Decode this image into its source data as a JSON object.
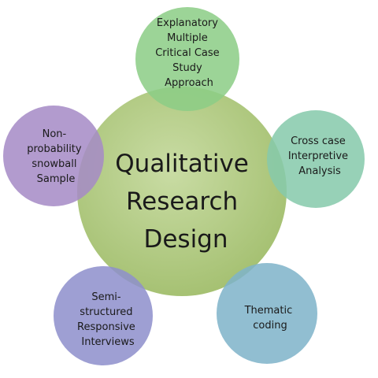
{
  "center": {
    "lines": [
      "Qualitative",
      "Research",
      "Design"
    ],
    "color": "#b5ce84"
  },
  "nodes": [
    {
      "id": "explanatory",
      "lines": [
        "Explanatory",
        "Multiple",
        "Critical Case",
        "Study",
        "Approach"
      ],
      "color": "#8ccd86"
    },
    {
      "id": "cross-case",
      "lines": [
        "Cross case",
        "Interpretive",
        "Analysis"
      ],
      "color": "#86c9ab"
    },
    {
      "id": "thematic",
      "lines": [
        "Thematic",
        "coding"
      ],
      "color": "#7fb3c9"
    },
    {
      "id": "semi-structured",
      "lines": [
        "Semi-",
        "structured",
        "Responsive",
        "Interviews"
      ],
      "color": "#8e8fcc"
    },
    {
      "id": "snowball",
      "lines": [
        "Non-",
        "probability",
        "snowball",
        "Sample"
      ],
      "color": "#a58bc6"
    }
  ],
  "text_color": "#1a1a1a"
}
